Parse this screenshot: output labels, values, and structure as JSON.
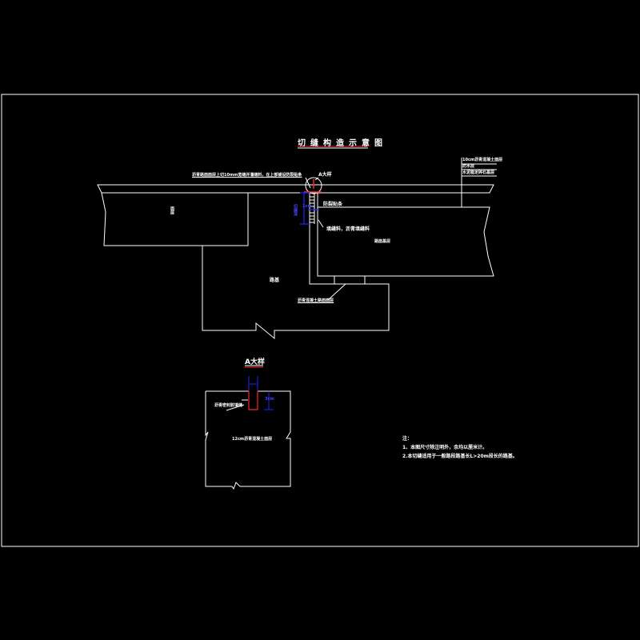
{
  "drawing": {
    "title": "切缝构造示意图",
    "detail_title": "A大样",
    "labels": {
      "top_note": "沥青路面面层上切10mm宽缝并灌缝料，在上部铺设防裂贴条",
      "a_callout": "A大样",
      "crack_cover": "防裂贴条",
      "filler": "填缝料，沥青填缝料",
      "base": "路面基层",
      "subgrade": "路基",
      "foundation_note": "沥青混凝土路面面层",
      "depth_dim": "切缝深",
      "width_dim": "1cm",
      "right_layer1": "10cm沥青混凝土面层",
      "right_layer2": "防水层",
      "right_layer3": "水泥稳定碎石基层",
      "left_block": "面层",
      "detail_sealant": "沥青密封胶填缝",
      "detail_body": "12cm沥青混凝土面层",
      "detail_dim": "3cm"
    },
    "notes": {
      "heading": "注：",
      "items": [
        "1、本图尺寸除注明外，余均以厘米计。",
        "2.本切缝适用于一般路段路基长L>20m段长的路基。"
      ]
    },
    "colors": {
      "line": "#ffffff",
      "accent": "#ff2020",
      "dim": "#2020ff",
      "background": "#000000"
    }
  }
}
